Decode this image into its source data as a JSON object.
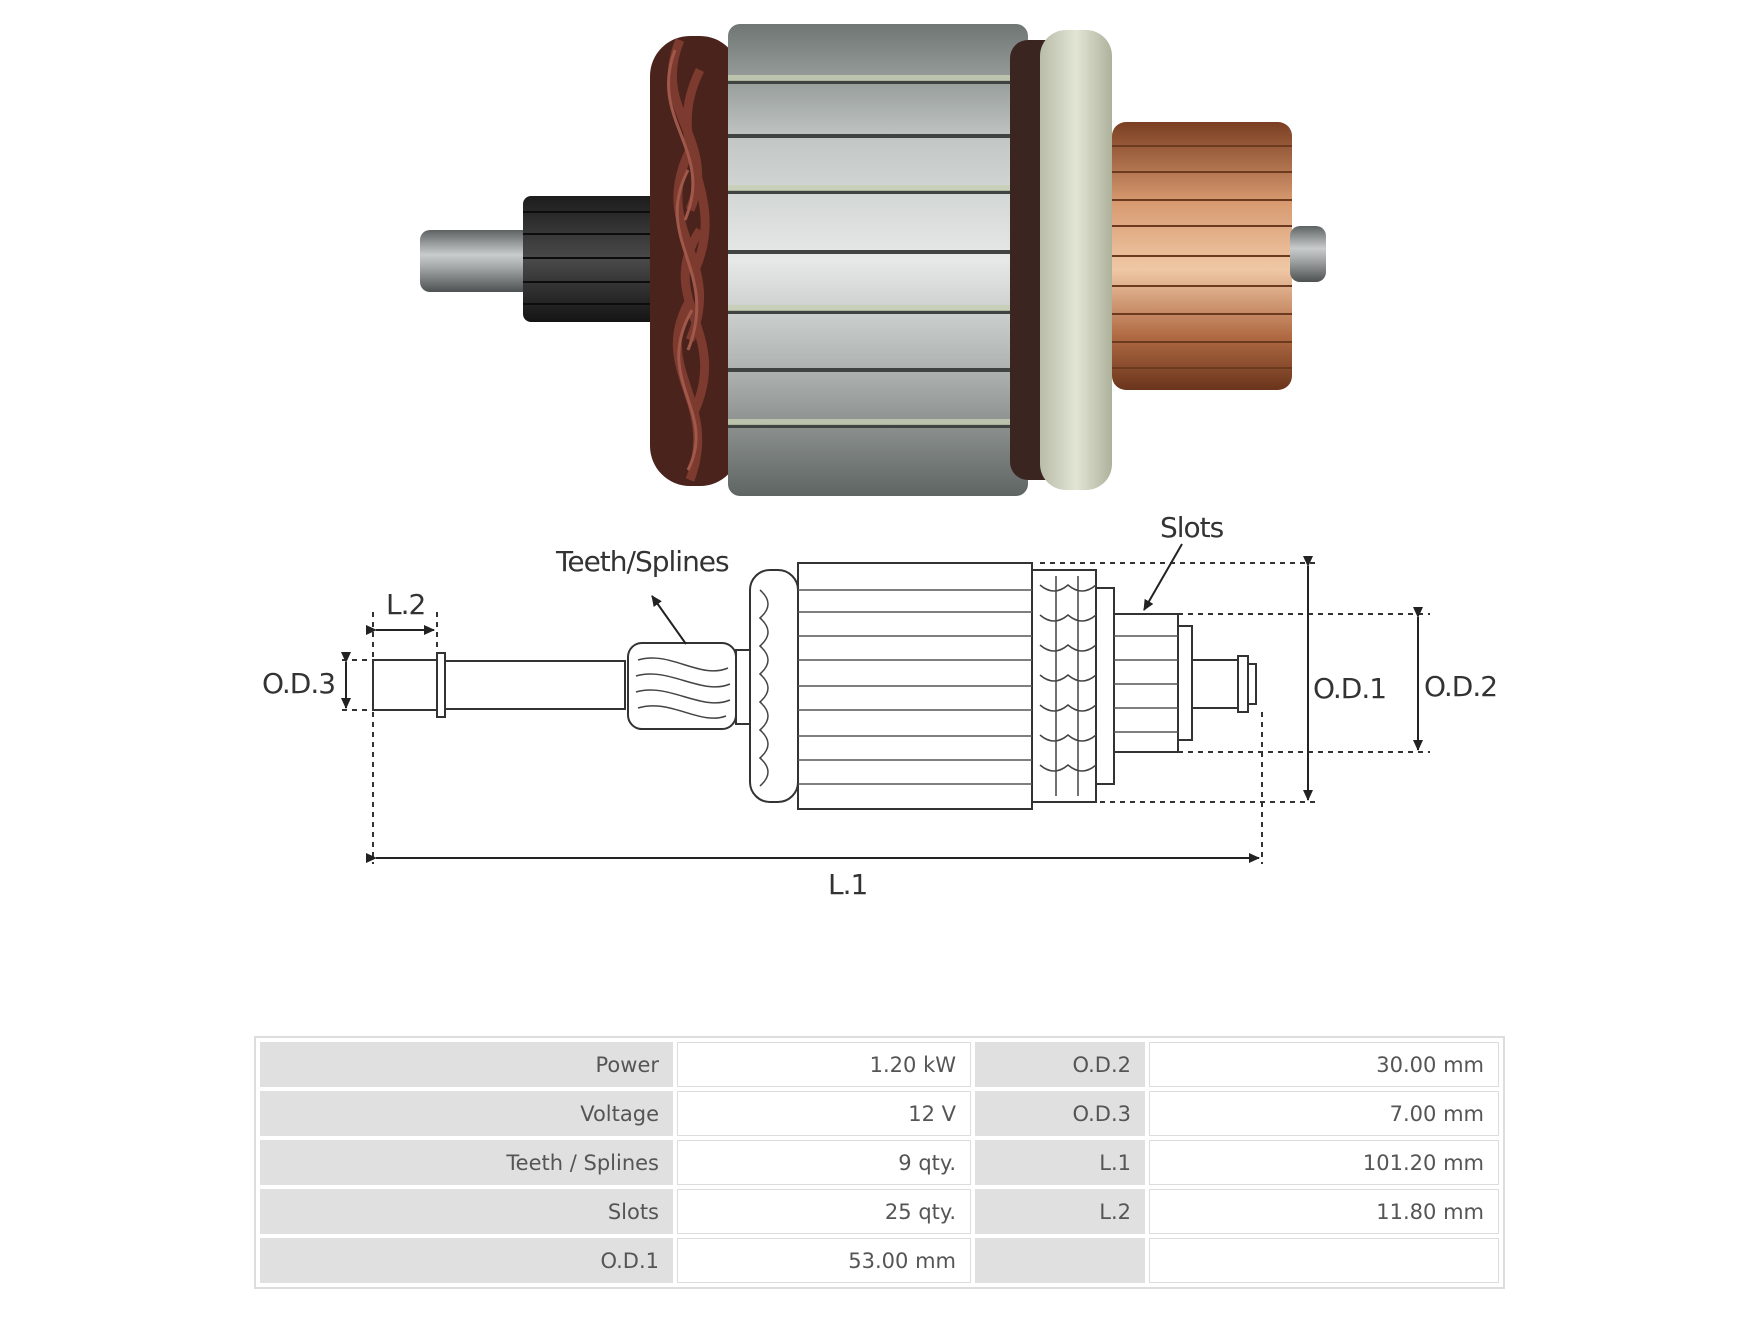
{
  "drawing": {
    "labels": {
      "slots": "Slots",
      "teeth_splines": "Teeth/Splines",
      "l2": "L.2",
      "od3": "O.D.3",
      "od1": "O.D.1",
      "od2": "O.D.2",
      "l1": "L.1"
    }
  },
  "specs": {
    "rows": [
      {
        "k1": "Power",
        "v1": "1.20 kW",
        "k2": "O.D.2",
        "v2": "30.00 mm"
      },
      {
        "k1": "Voltage",
        "v1": "12 V",
        "k2": "O.D.3",
        "v2": "7.00 mm"
      },
      {
        "k1": "Teeth / Splines",
        "v1": "9 qty.",
        "k2": "L.1",
        "v2": "101.20 mm"
      },
      {
        "k1": "Slots",
        "v1": "25 qty.",
        "k2": "L.2",
        "v2": "11.80 mm"
      },
      {
        "k1": "O.D.1",
        "v1": "53.00 mm",
        "k2": "",
        "v2": ""
      }
    ]
  },
  "colors": {
    "copper": "#b8744a",
    "steel": "#9ea3a3",
    "insulator": "#d8dcc8",
    "winding": "#5a2a22"
  }
}
